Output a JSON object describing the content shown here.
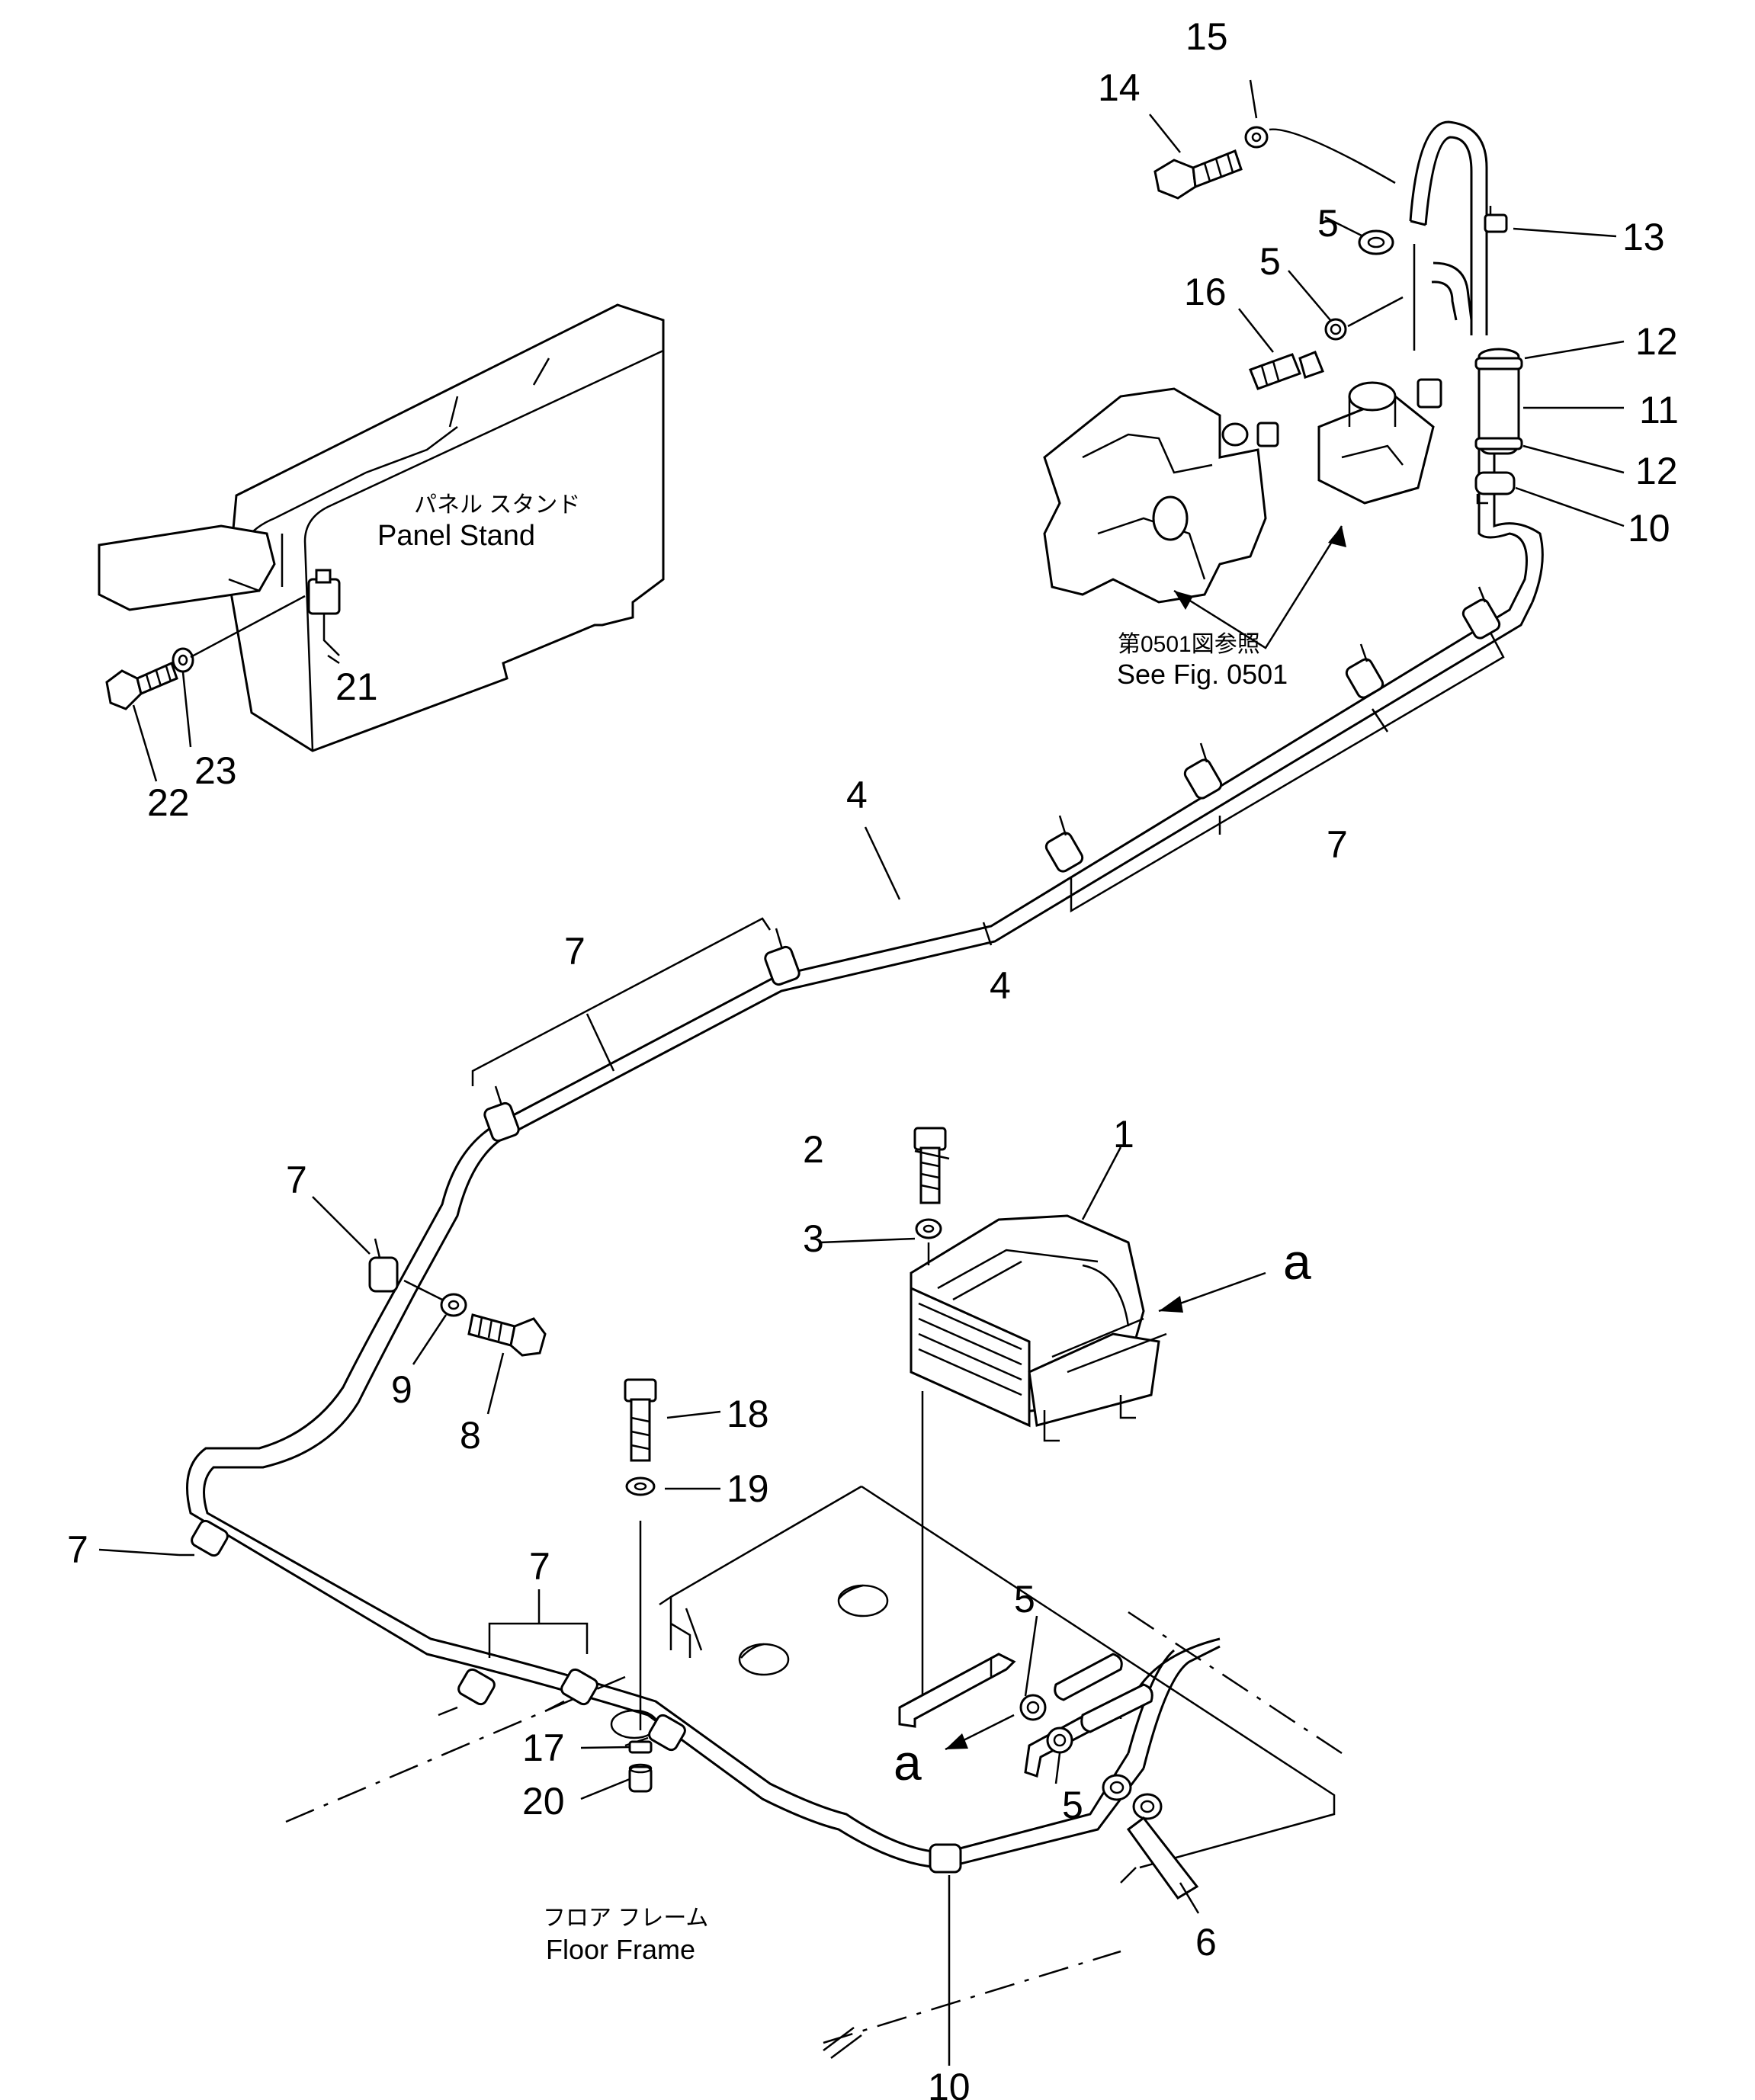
{
  "labels": {
    "panel_stand_jp": "パネル スタンド",
    "panel_stand_en": "Panel Stand",
    "see_fig_jp": "第0501図参照",
    "see_fig_en": "See Fig. 0501",
    "floor_frame_jp": "フロア フレーム",
    "floor_frame_en": "Floor Frame",
    "view_a_top": "a",
    "view_a_bottom": "a"
  },
  "callouts": {
    "c1": "1",
    "c2": "2",
    "c3": "3",
    "c4a": "4",
    "c4b": "4",
    "c5a": "5",
    "c5b": "5",
    "c5c": "5",
    "c5d": "5",
    "c6": "6",
    "c7a": "7",
    "c7b": "7",
    "c7c": "7",
    "c7d": "7",
    "c7e": "7",
    "c8": "8",
    "c9": "9",
    "c10a": "10",
    "c10b": "10",
    "c11": "11",
    "c12a": "12",
    "c12b": "12",
    "c13": "13",
    "c14": "14",
    "c15": "15",
    "c16": "16",
    "c17": "17",
    "c18": "18",
    "c19": "19",
    "c20": "20",
    "c21": "21",
    "c22": "22",
    "c23": "23"
  }
}
